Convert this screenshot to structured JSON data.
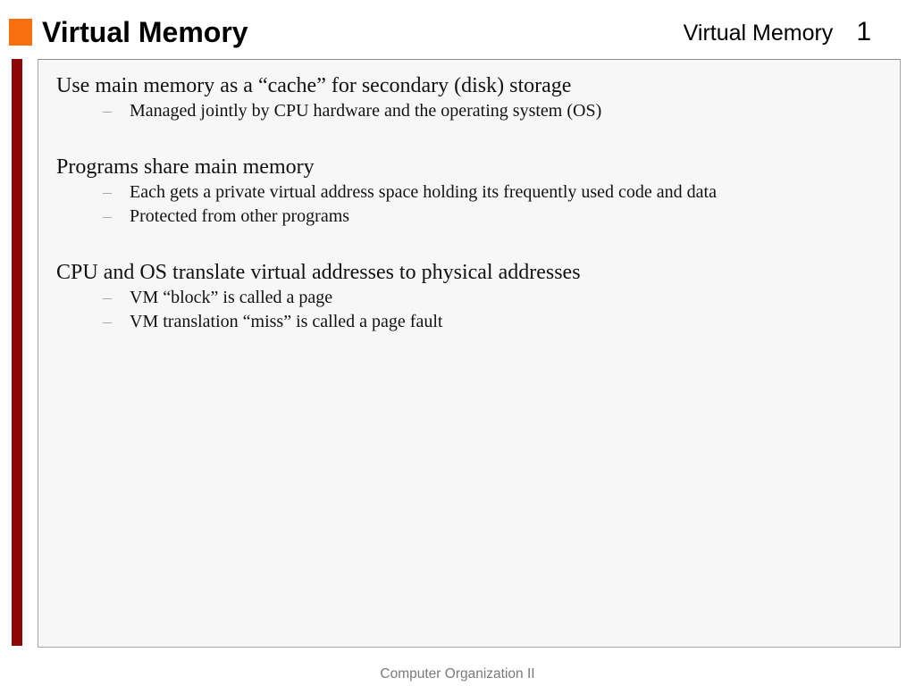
{
  "slide": {
    "title": "Virtual Memory",
    "header_right": {
      "context": "Virtual Memory",
      "page_number": "1"
    },
    "bullet_glyph": "–",
    "sections": [
      {
        "heading": "Use main memory as a “cache” for secondary (disk) storage",
        "bullets": [
          "Managed jointly by CPU hardware and the operating system (OS)"
        ]
      },
      {
        "heading": "Programs share main memory",
        "bullets": [
          "Each gets a private virtual address space holding its frequently used code and data",
          "Protected from other programs"
        ]
      },
      {
        "heading": "CPU and OS translate virtual addresses to physical addresses",
        "bullets": [
          "VM “block” is called a page",
          "VM translation “miss” is called a page fault"
        ]
      }
    ],
    "footer": "Computer Organization II",
    "colors": {
      "accent_orange": "#F8700E",
      "accent_maroon": "#8B0806",
      "panel_bg": "#F7F7F7",
      "panel_border": "#A6A6A6",
      "footer_text": "#7A7A7A"
    }
  }
}
